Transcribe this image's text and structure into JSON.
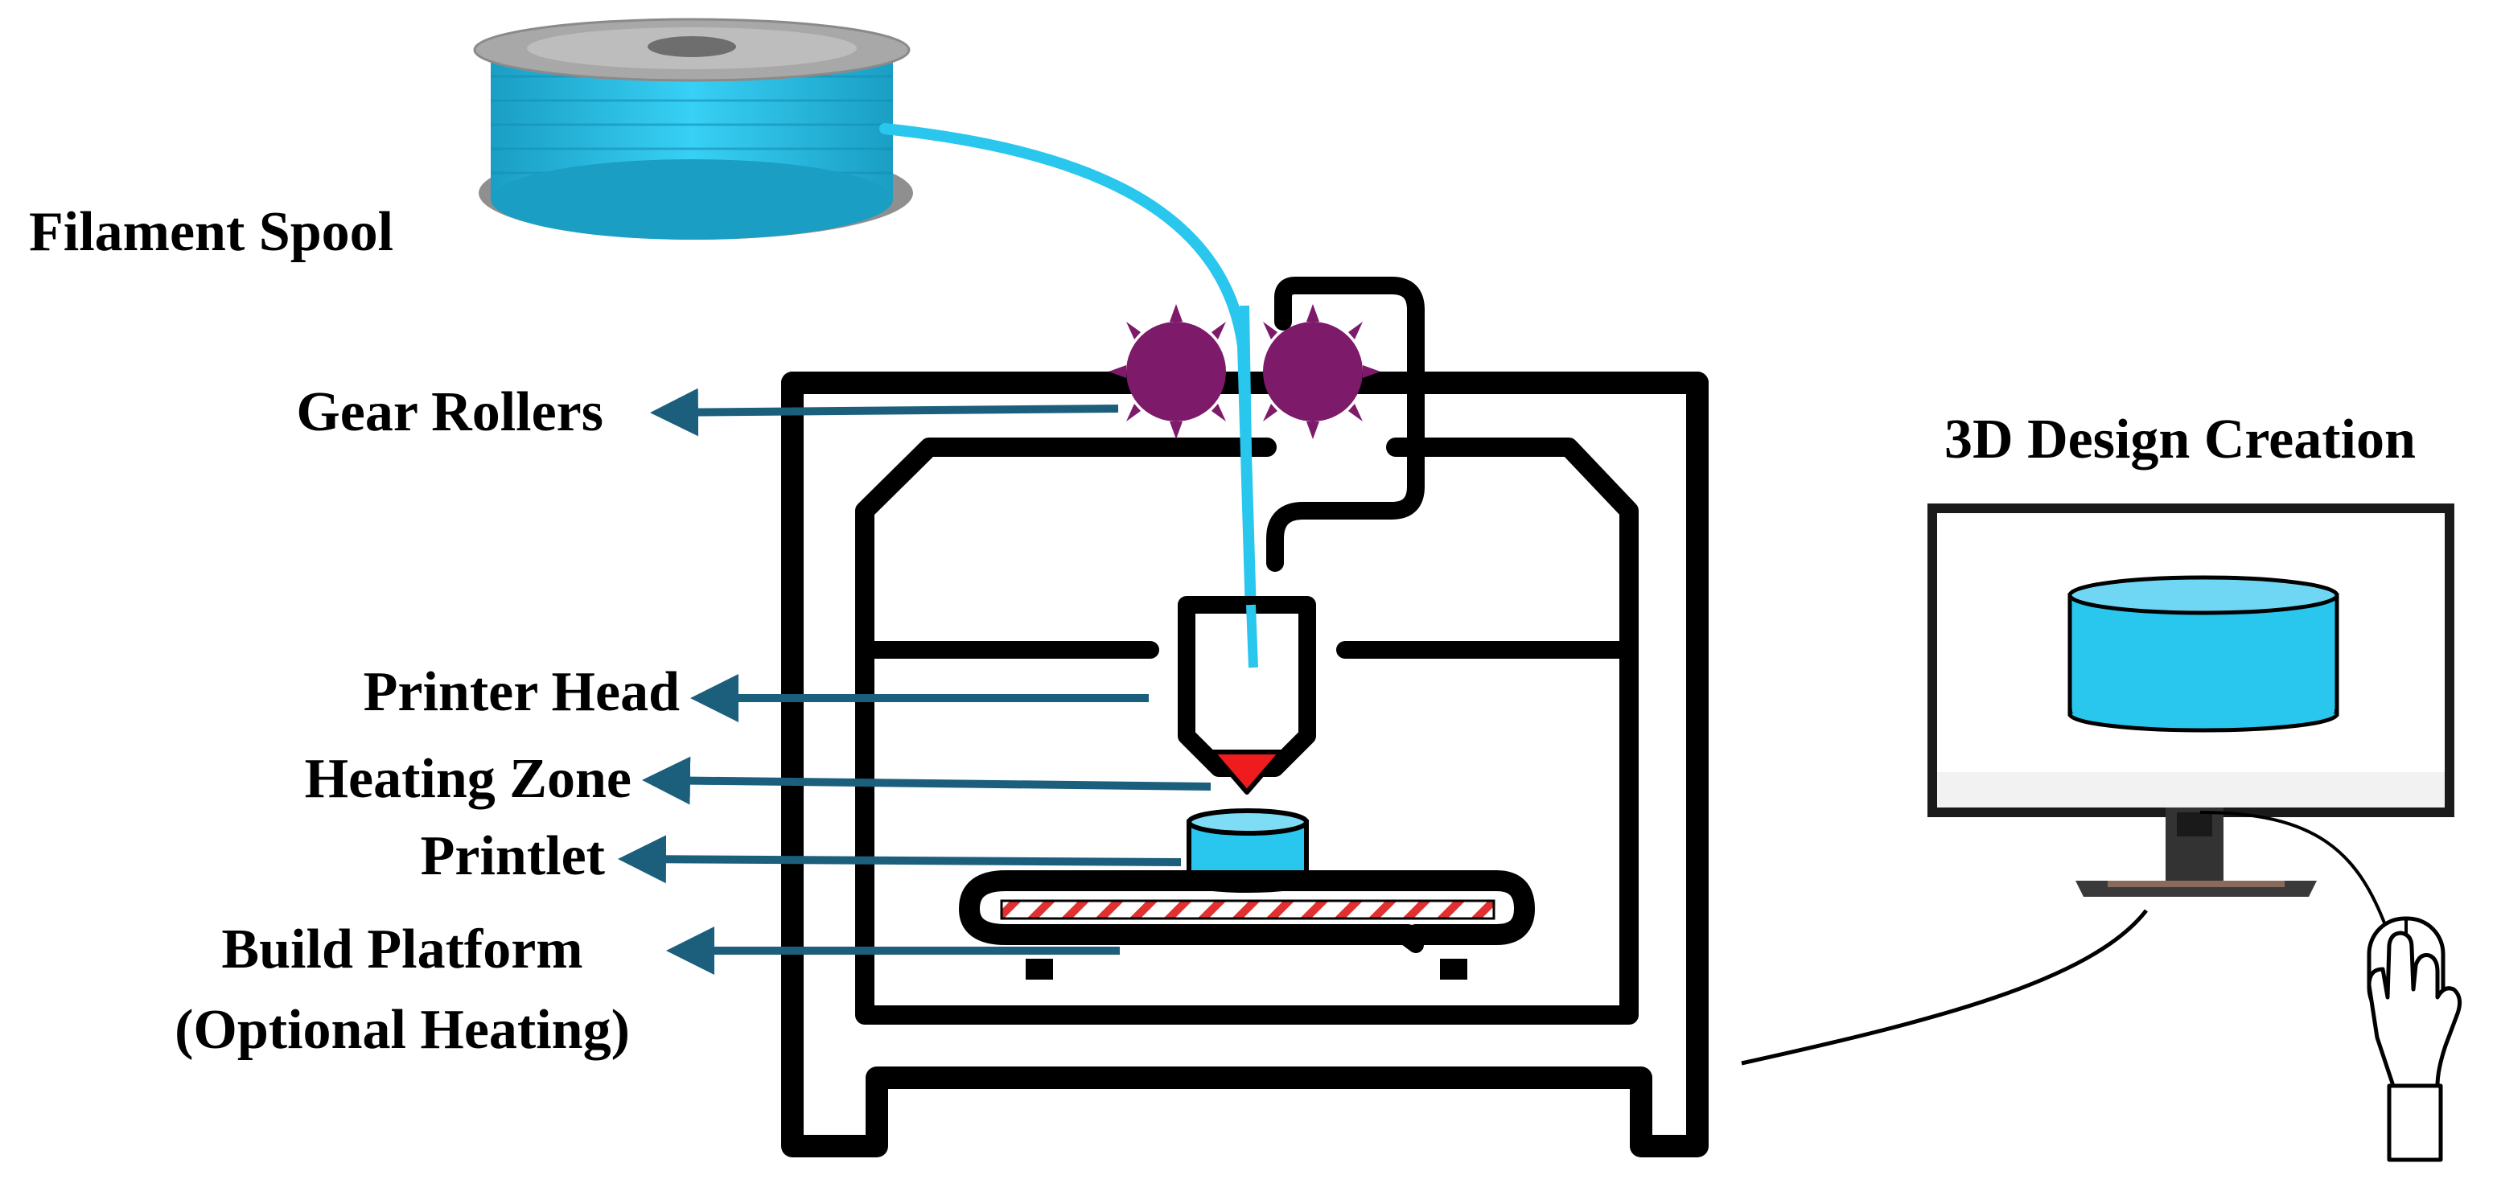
{
  "colors": {
    "outline": "#000000",
    "filament": "#29c6ee",
    "filament_dark": "#1a9ec4",
    "gear": "#7d1a6a",
    "arrow": "#1c5f7d",
    "heating": "#ee1c1c",
    "platform_stripe": "#e03030",
    "spool_flange": "#a8a8a8",
    "background": "#ffffff"
  },
  "labels": {
    "filament_spool": "Filament Spool",
    "gear_rollers": "Gear Rollers",
    "printer_head": "Printer Head",
    "heating_zone": "Heating Zone",
    "printlet": "Printlet",
    "build_platform": "Build Platform",
    "build_platform_note": "(Optional Heating)",
    "design_creation": "3D Design Creation"
  },
  "icons": {
    "spool": "filament-spool-icon",
    "gears": "gear-icon",
    "printer": "3d-printer-icon",
    "monitor": "monitor-icon",
    "mouse": "mouse-icon",
    "hand": "hand-icon"
  }
}
